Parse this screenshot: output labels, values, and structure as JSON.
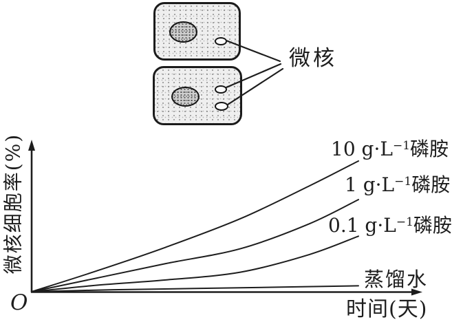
{
  "cell_diagram": {
    "micronucleus_label": "微核",
    "cells": [
      {
        "id": "cell-1",
        "micronuclei_count": 1
      },
      {
        "id": "cell-2",
        "micronuclei_count": 2
      }
    ]
  },
  "chart": {
    "y_axis_label": "微核细胞率(%)",
    "x_axis_label": "时间(天)",
    "origin_label": "O",
    "curve_labels": [
      {
        "pre": "10 g·L",
        "sup": "−1",
        "post": "磷胺"
      },
      {
        "pre": "1 g·L",
        "sup": "−1",
        "post": "磷胺"
      },
      {
        "pre": "0.1 g·L",
        "sup": "−1",
        "post": "磷胺"
      }
    ],
    "distilled_water_label": "蒸馏水"
  },
  "chart_data": {
    "type": "line",
    "title": "",
    "xlabel": "时间(天)",
    "ylabel": "微核细胞率(%)",
    "origin_label": "O",
    "axes_quantified": false,
    "x_axis_ticks": [],
    "y_axis_ticks": [],
    "legend_position": "labels at the right end of each curve",
    "series": [
      {
        "id": "phosphamidon-10",
        "name": "10 g·L⁻¹磷胺",
        "relative_points": [
          [
            0,
            0
          ],
          [
            0.2,
            0.16
          ],
          [
            0.41,
            0.34
          ],
          [
            0.64,
            0.56
          ],
          [
            0.85,
            0.81
          ],
          [
            1,
            1
          ]
        ]
      },
      {
        "id": "phosphamidon-1",
        "name": "1 g·L⁻¹磷胺",
        "relative_points": [
          [
            0,
            0
          ],
          [
            0.2,
            0.105
          ],
          [
            0.41,
            0.215
          ],
          [
            0.64,
            0.33
          ],
          [
            0.85,
            0.52
          ],
          [
            1,
            0.705
          ]
        ]
      },
      {
        "id": "phosphamidon-0.1",
        "name": "0.1 g·L⁻¹磷胺",
        "relative_points": [
          [
            0,
            0
          ],
          [
            0.2,
            0.05
          ],
          [
            0.41,
            0.09
          ],
          [
            0.64,
            0.15
          ],
          [
            0.85,
            0.285
          ],
          [
            1,
            0.425
          ]
        ]
      },
      {
        "id": "distilled-water",
        "name": "蒸馏水",
        "relative_points": [
          [
            0,
            0
          ],
          [
            0.25,
            0.015
          ],
          [
            0.5,
            0.025
          ],
          [
            0.75,
            0.035
          ],
          [
            1,
            0.045
          ]
        ]
      }
    ]
  },
  "colors": {
    "ink": "#1d1d1d",
    "background": "#ffffff",
    "cell_fill": "#efefef",
    "nucleus_fill": "#cfcfcf"
  }
}
